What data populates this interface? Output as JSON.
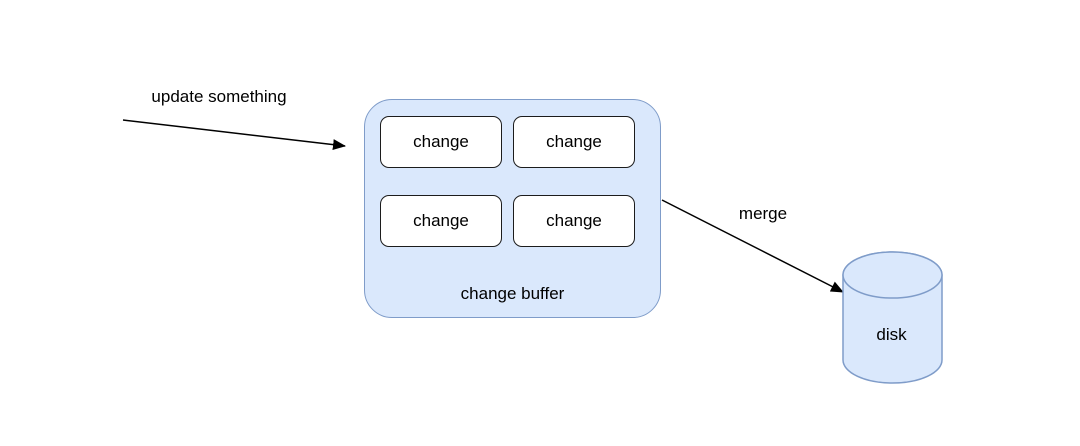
{
  "diagram": {
    "labels": {
      "update_arrow": "update something",
      "merge_arrow": "merge"
    },
    "buffer": {
      "title": "change buffer",
      "items": [
        "change",
        "change",
        "change",
        "change"
      ]
    },
    "disk": {
      "label": "disk"
    },
    "colors": {
      "shape_fill": "#dae8fc",
      "shape_stroke": "#7f9cc9",
      "box_fill": "#ffffff",
      "box_stroke": "#1c1c1c",
      "arrow": "#000000",
      "background": "#ffffff",
      "text": "#000000"
    }
  }
}
